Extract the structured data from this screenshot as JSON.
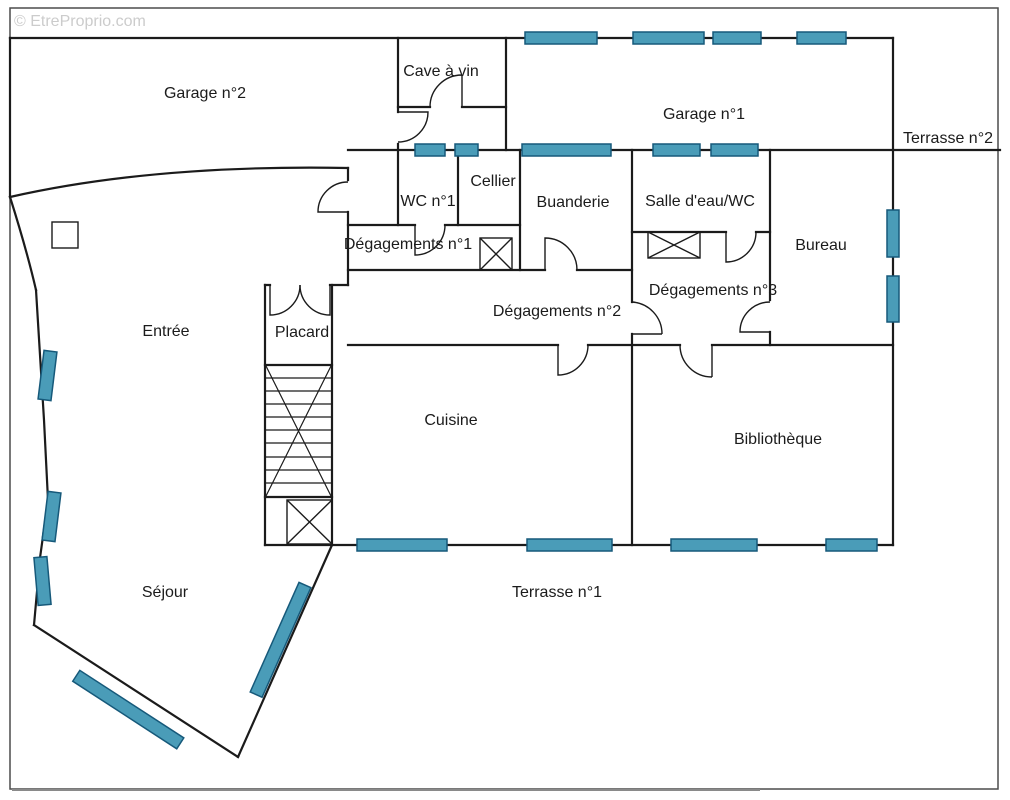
{
  "watermark": "© EtreProprio.com",
  "plan": {
    "rooms": [
      {
        "id": "garage-2",
        "label": "Garage n°2"
      },
      {
        "id": "cave-a-vin",
        "label": "Cave à vin"
      },
      {
        "id": "garage-1",
        "label": "Garage n°1"
      },
      {
        "id": "terrasse-2",
        "label": "Terrasse n°2"
      },
      {
        "id": "cellier",
        "label": "Cellier"
      },
      {
        "id": "wc-1",
        "label": "WC n°1"
      },
      {
        "id": "buanderie",
        "label": "Buanderie"
      },
      {
        "id": "salle-eau-wc",
        "label": "Salle d'eau/WC"
      },
      {
        "id": "degagements-1",
        "label": "Dégagements n°1"
      },
      {
        "id": "bureau",
        "label": "Bureau"
      },
      {
        "id": "degagements-3",
        "label": "Dégagements n°3"
      },
      {
        "id": "degagements-2",
        "label": "Dégagements n°2"
      },
      {
        "id": "entree",
        "label": "Entrée"
      },
      {
        "id": "placard",
        "label": "Placard"
      },
      {
        "id": "cuisine",
        "label": "Cuisine"
      },
      {
        "id": "bibliotheque",
        "label": "Bibliothèque"
      },
      {
        "id": "sejour",
        "label": "Séjour"
      },
      {
        "id": "terrasse-1",
        "label": "Terrasse n°1"
      }
    ],
    "colors": {
      "wall": "#1b1b1b",
      "window_fill": "#4a9cb8",
      "window_stroke": "#16597a",
      "background": "#ffffff",
      "watermark": "#cccccc"
    }
  }
}
